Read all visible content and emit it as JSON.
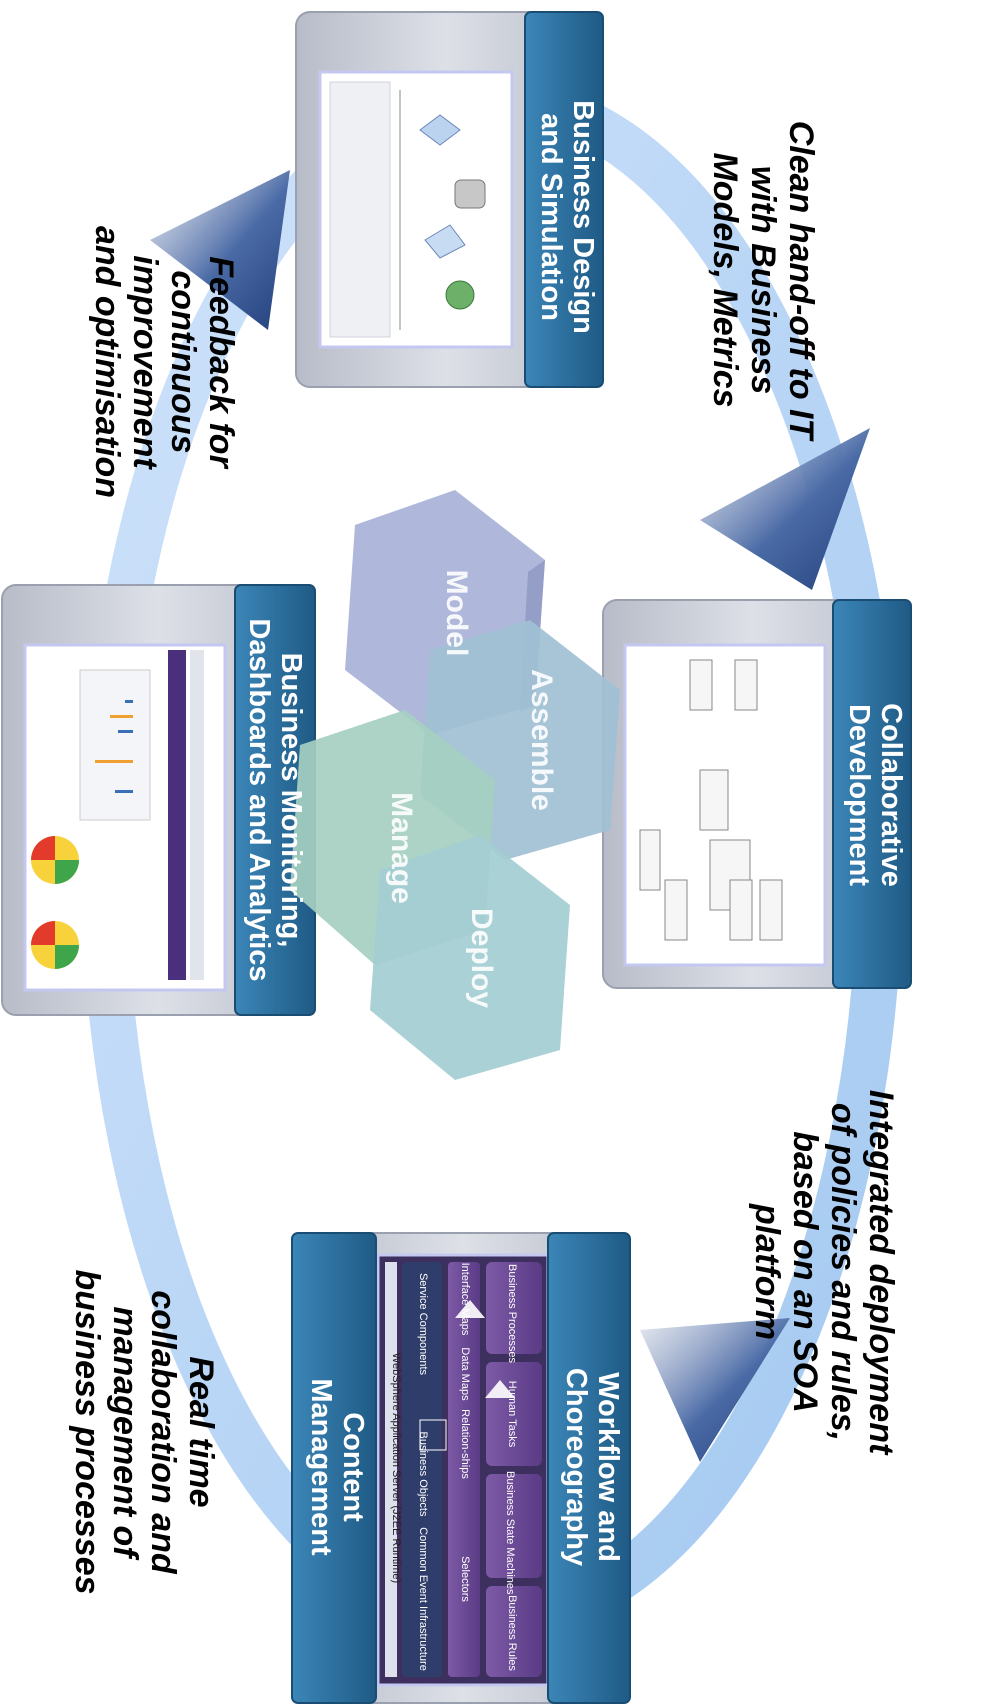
{
  "panels": {
    "business_design": {
      "title_lines": [
        "Business Design",
        "and Simulation"
      ]
    },
    "collaborative_development": {
      "title_lines": [
        "Collaborative",
        "Development"
      ]
    },
    "workflow_choreography": {
      "title_lines": [
        "Workflow and",
        "Choreography"
      ]
    },
    "content_management": {
      "title_lines": [
        "Content",
        "Management"
      ]
    },
    "business_monitoring": {
      "title_lines": [
        "Business Monitoring,",
        "Dashboards and Analytics"
      ]
    }
  },
  "flows": {
    "handoff": {
      "lines": [
        "Clean hand-off to IT",
        "with Business",
        "Models, Metrics"
      ]
    },
    "deployment": {
      "lines": [
        "Integrated deployment",
        "of policies and rules,",
        "based on an SOA",
        "platform"
      ]
    },
    "realtime": {
      "lines": [
        "Real time",
        "collaboration and",
        "management of",
        "business processes"
      ]
    },
    "feedback": {
      "lines": [
        "Feedback for",
        "continuous",
        "improvement",
        "and optimisation"
      ]
    }
  },
  "hexagons": {
    "model": "Model",
    "assemble": "Assemble",
    "manage": "Manage",
    "deploy": "Deploy"
  },
  "websphere": {
    "server_label": "WebSphere Application Server (J2EE Runtime)",
    "blocks_top": [
      "Business Processes",
      "Human Tasks",
      "Business State Machines",
      "Business Rules"
    ],
    "blocks_middle": [
      "Interface Maps",
      "Data Maps",
      "Relation-ships",
      "Selectors"
    ],
    "blocks_bottom": [
      "Service Components",
      "Business Objects",
      "Common Event Infrastructure"
    ]
  },
  "colors": {
    "ring": "#a9cdf3",
    "panel_bg": "#c9ccd6",
    "title_tab": "#2c6f9c",
    "title_tab_dark": "#1d4f77",
    "arrow": "#2d4a86",
    "hex_model": "#a8b2d8",
    "hex_assemble": "#9fc0d4",
    "hex_manage": "#a6cfc1",
    "hex_deploy": "#a3cdd3"
  }
}
